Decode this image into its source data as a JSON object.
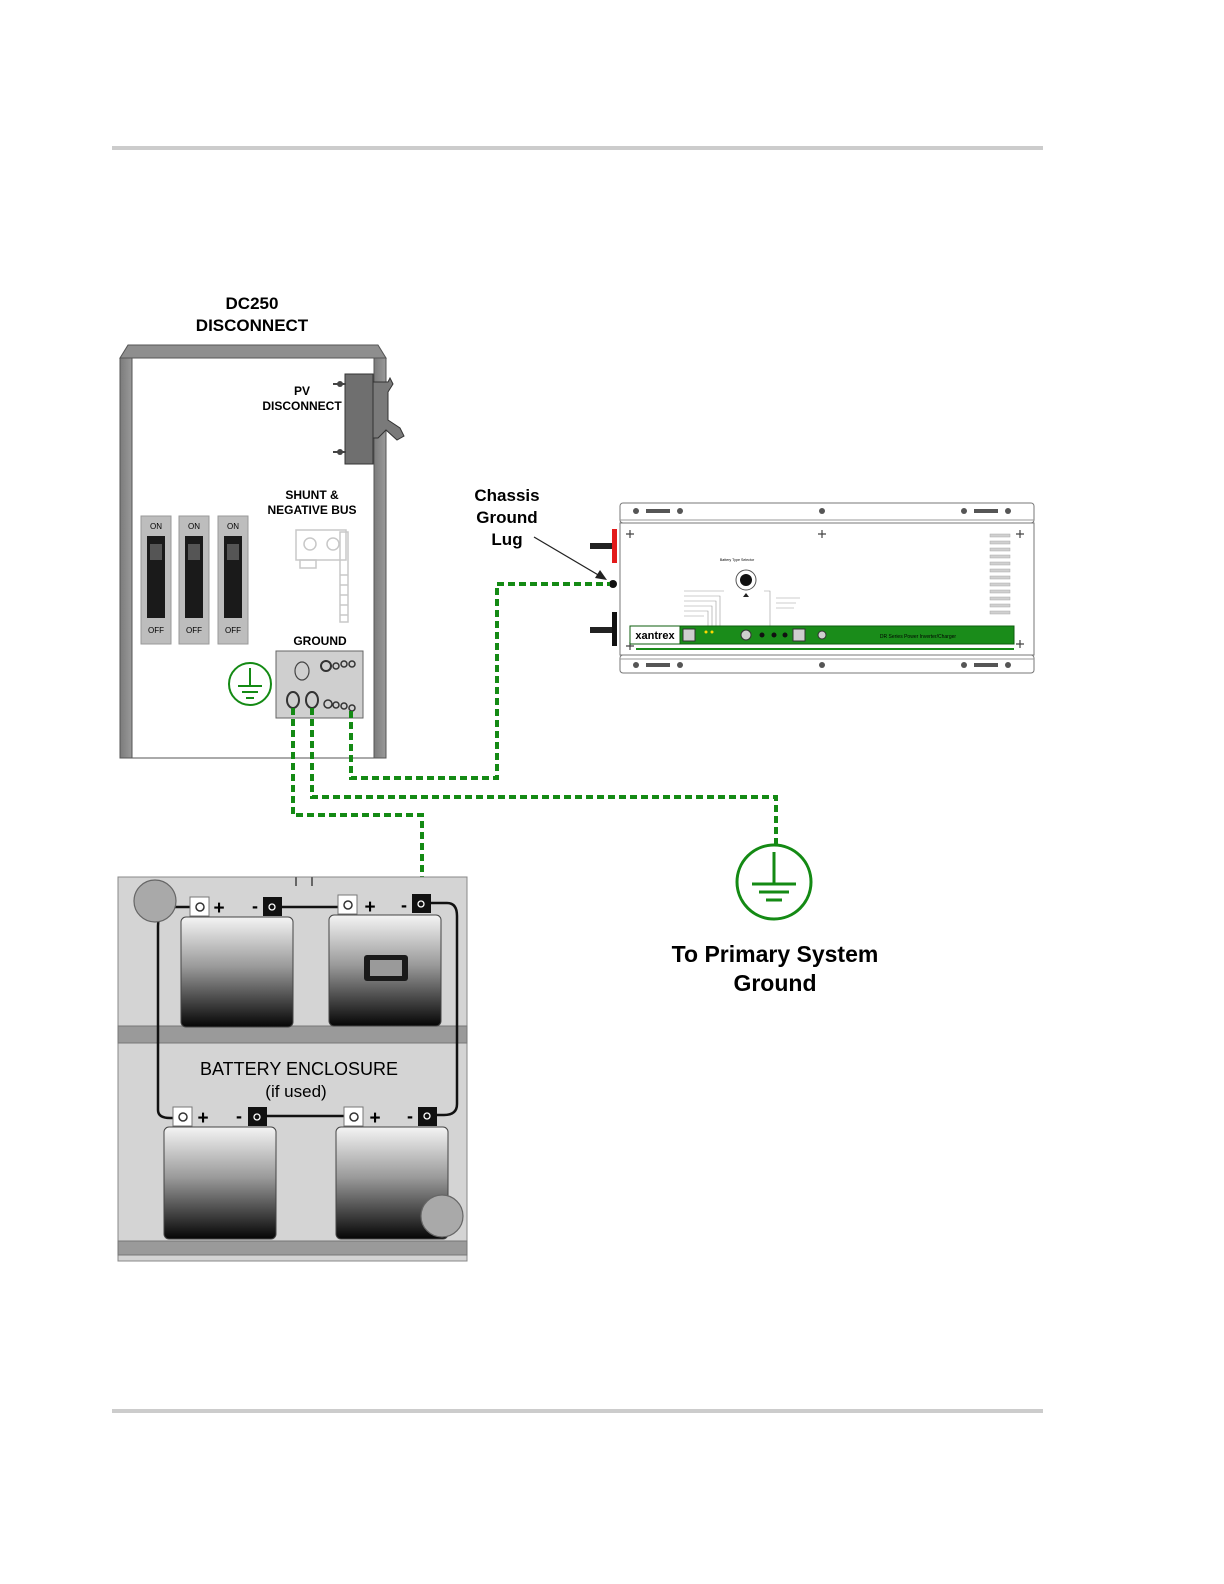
{
  "dc250": {
    "line1": "DC250",
    "line2": "DISCONNECT"
  },
  "pv": {
    "line1": "PV",
    "line2": "DISCONNECT"
  },
  "shunt": {
    "line1": "SHUNT &",
    "line2": "NEGATIVE BUS"
  },
  "breaker": {
    "on": "ON",
    "off": "OFF"
  },
  "ground_label": "GROUND",
  "chassis": {
    "line1": "Chassis",
    "line2": "Ground",
    "line3": "Lug"
  },
  "inverter": {
    "brand": "xantrex",
    "knob_label": "Battery Type Selector",
    "model": "DR Series Power Inverter/Charger"
  },
  "primary_ground": {
    "line1": "To Primary System",
    "line2": "Ground"
  },
  "battery_enclosure": {
    "line1": "BATTERY ENCLOSURE",
    "line2": "(if used)"
  },
  "terminal": {
    "plus": "+",
    "minus": "-"
  },
  "colors": {
    "ground_wire": "#148a14",
    "label_red": "#e31b1b",
    "panel_green": "#1a8c1a",
    "enclosure_gray": "#d4d4d4"
  }
}
